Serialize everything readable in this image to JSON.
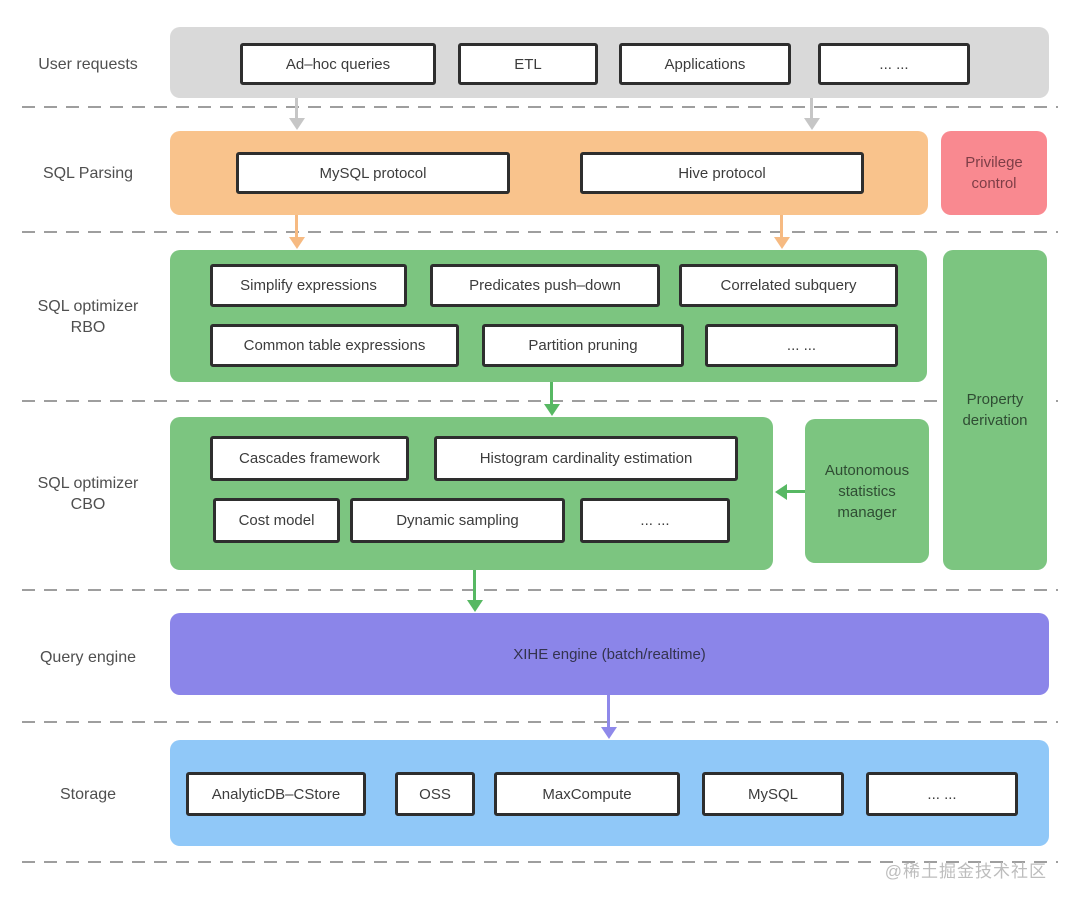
{
  "diagram": {
    "rows": {
      "user_requests": {
        "label": "User requests",
        "items": [
          "Ad–hoc queries",
          "ETL",
          "Applications",
          "... ..."
        ]
      },
      "sql_parsing": {
        "label": "SQL Parsing",
        "items": [
          "MySQL protocol",
          "Hive protocol"
        ]
      },
      "rbo": {
        "label_line1": "SQL optimizer",
        "label_line2": "RBO",
        "row1": [
          "Simplify expressions",
          "Predicates push–down",
          "Correlated subquery"
        ],
        "row2": [
          "Common table expressions",
          "Partition pruning",
          "... ..."
        ]
      },
      "cbo": {
        "label_line1": "SQL optimizer",
        "label_line2": "CBO",
        "row1": [
          "Cascades framework",
          "Histogram cardinality estimation"
        ],
        "row2": [
          "Cost model",
          "Dynamic sampling",
          "... ..."
        ]
      },
      "query_engine": {
        "label": "Query engine",
        "engine": "XIHE engine (batch/realtime)"
      },
      "storage": {
        "label": "Storage",
        "items": [
          "AnalyticDB–CStore",
          "OSS",
          "MaxCompute",
          "MySQL",
          "... ..."
        ]
      }
    },
    "side_boxes": {
      "privilege_control": "Privilege control",
      "property_derivation": "Property derivation",
      "autonomous_statistics_manager": "Autonomous statistics manager"
    },
    "watermark": "@稀土掘金技术社区",
    "colors": {
      "user_band": "#d9d9d9",
      "parsing_band": "#f9c38c",
      "privilege_box": "#f98990",
      "optimizer_band": "#7cc580",
      "engine_band": "#8b85e9",
      "storage_band": "#90c8f8",
      "arrow_gray": "#c6c6c6",
      "arrow_orange": "#f6ba82",
      "arrow_green": "#57b863",
      "arrow_purple": "#8f89ea"
    }
  }
}
